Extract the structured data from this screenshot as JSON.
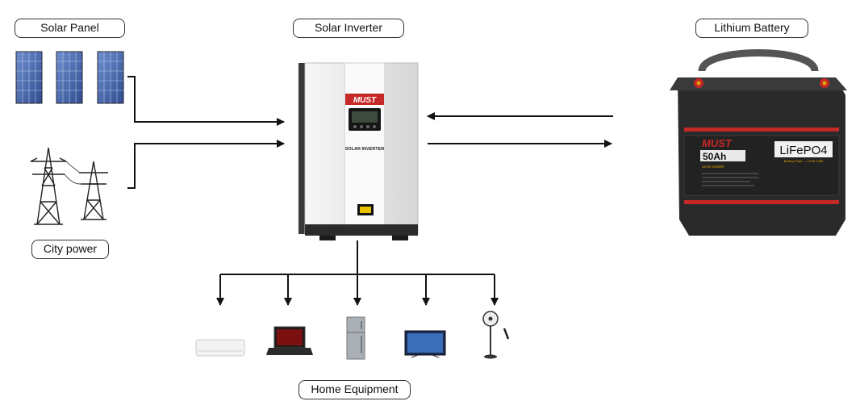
{
  "labels": {
    "solar_panel": "Solar Panel",
    "solar_inverter": "Solar Inverter",
    "lithium_battery": "Lithium Battery",
    "city_power": "City power",
    "home_equipment": "Home Equipment"
  },
  "inverter": {
    "brand": "MUST",
    "model": "SOLAR INVERTER"
  },
  "battery": {
    "brand": "MUST",
    "capacity": "50Ah",
    "chemistry": "LiFePO4",
    "spec": "12.8V 640Wh",
    "series": "Battery Pack — LP16-1250"
  },
  "colors": {
    "line": "#111111",
    "inverter_body": "#e9e9e9",
    "inverter_dark": "#2b2b2b",
    "battery_body": "#2a2a2a",
    "battery_red": "#c62828",
    "panel_blue": "#3b5fa8"
  }
}
